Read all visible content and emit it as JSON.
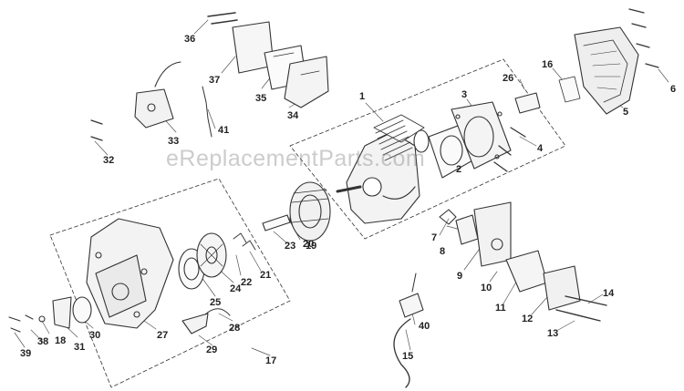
{
  "diagram": {
    "watermark": "eReplacementParts.com",
    "part_numbers": [
      "1",
      "2",
      "3",
      "4",
      "5",
      "6",
      "7",
      "8",
      "9",
      "10",
      "11",
      "12",
      "13",
      "14",
      "15",
      "16",
      "17",
      "18",
      "19",
      "20",
      "21",
      "22",
      "23",
      "24",
      "25",
      "26",
      "27",
      "28",
      "29",
      "30",
      "31",
      "32",
      "33",
      "34",
      "35",
      "36",
      "37",
      "38",
      "39",
      "40",
      "41"
    ]
  }
}
